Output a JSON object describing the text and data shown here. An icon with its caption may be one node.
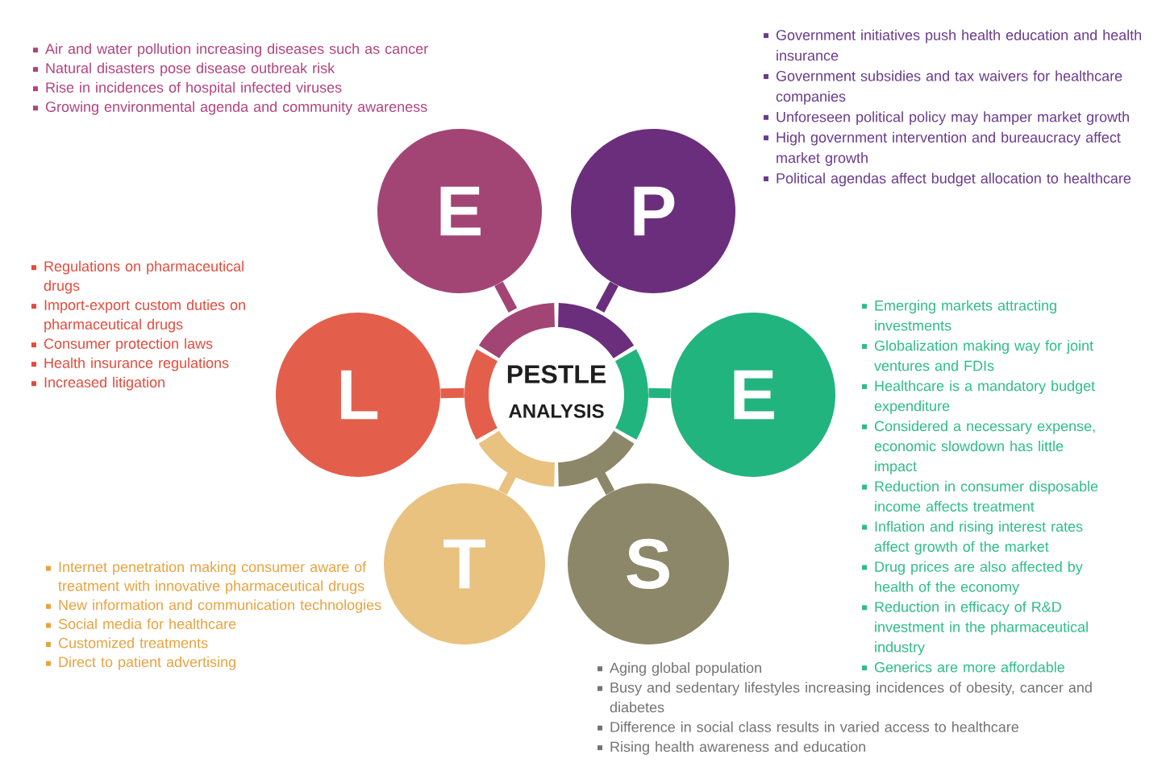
{
  "diagram": {
    "nodes": [
      {
        "text": [
          "PESTLE",
          "ANALYSIS"
        ]
      },
      {
        "text": [
          "E"
        ],
        "beside": [
          "Air and water pollution increasing diseases such as cancer",
          "Natural disasters pose disease outbreak risk",
          "Rise in incidences of hospital infected viruses",
          "Growing environmental agenda and community awareness"
        ]
      },
      {
        "text": [
          "P"
        ],
        "beside": [
          "Government initiatives push health education and health insurance",
          "Government subsidies and tax waivers for healthcare companies",
          "Unforeseen political policy may hamper market growth",
          "High government intervention and bureaucracy affect market growth",
          "Political agendas affect budget allocation to healthcare"
        ]
      },
      {
        "text": [
          "L"
        ],
        "beside": [
          "Regulations on pharmaceutical drugs",
          "Import-export custom duties on pharmaceutical drugs",
          "Consumer protection laws",
          "Health insurance regulations",
          "Increased litigation"
        ]
      },
      {
        "text": [
          "E"
        ],
        "beside": [
          "Emerging markets attracting investments",
          "Globalization making way for joint ventures and FDIs",
          "Healthcare is a mandatory budget expenditure",
          "Considered a necessary expense, economic slowdown has little impact",
          "Reduction in consumer disposable income affects treatment",
          "Inflation and rising interest rates affect growth of the market",
          "Drug prices are also affected by health of the economy",
          "Reduction in efficacy of R&D investment in the pharmaceutical industry",
          "Generics are more affordable"
        ]
      },
      {
        "text": [
          "T"
        ],
        "beside": [
          "Internet penetration making consumer aware of treatment with innovative pharmaceutical drugs",
          "New information and communication technologies",
          "Social media for healthcare",
          "Customized treatments",
          "Direct to patient advertising"
        ]
      },
      {
        "text": [
          "S"
        ],
        "beside": [
          "Aging global population",
          "Busy and sedentary lifestyles increasing incidences of obesity, cancer and diabetes",
          "Difference in social class results in varied access to healthcare",
          "Rising health awareness and education"
        ]
      }
    ],
    "edges": [
      {
        "from": 0,
        "to": 1,
        "arrow": "none",
        "color": "#a24574"
      },
      {
        "from": 0,
        "to": 2,
        "arrow": "none",
        "color": "#6b2e7c"
      },
      {
        "from": 0,
        "to": 3,
        "arrow": "none",
        "color": "#e35f4c"
      },
      {
        "from": 0,
        "to": 4,
        "arrow": "none",
        "color": "#22b47e"
      },
      {
        "from": 0,
        "to": 5,
        "arrow": "none",
        "color": "#e9c280"
      },
      {
        "from": 0,
        "to": 6,
        "arrow": "none",
        "color": "#8c8768"
      }
    ]
  }
}
